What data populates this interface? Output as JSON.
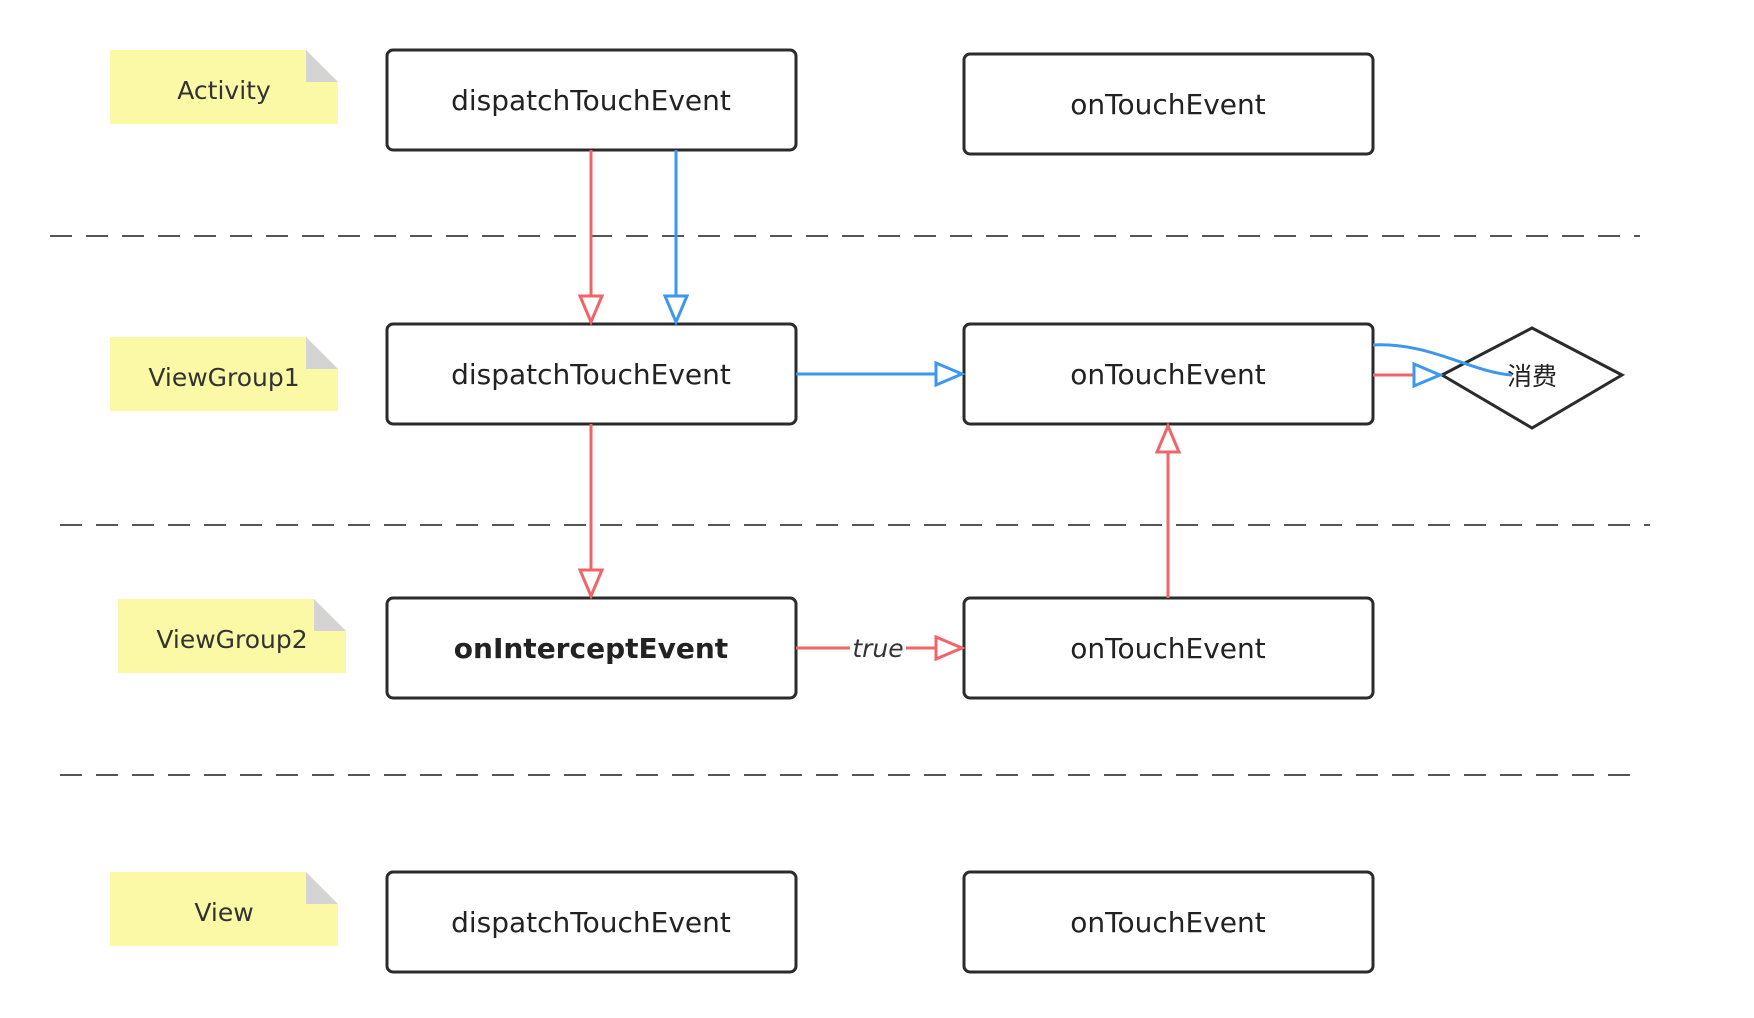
{
  "colors": {
    "red_flow": "#f0646a",
    "blue_flow": "#3b97f0",
    "box_border": "#2b2b2b",
    "note_fill": "#fbf9a6",
    "note_fold": "#d4d4d4",
    "separator": "#555555"
  },
  "lanes": {
    "activity": "Activity",
    "viewgroup1": "ViewGroup1",
    "viewgroup2": "ViewGroup2",
    "view": "View"
  },
  "boxes": {
    "activity_dispatch": "dispatchTouchEvent",
    "activity_ontouch": "onTouchEvent",
    "vg1_dispatch": "dispatchTouchEvent",
    "vg1_ontouch": "onTouchEvent",
    "vg2_intercept": "onInterceptEvent",
    "vg2_ontouch": "onTouchEvent",
    "view_dispatch": "dispatchTouchEvent",
    "view_ontouch": "onTouchEvent"
  },
  "edge_labels": {
    "intercept_true": "true"
  },
  "decision": {
    "consume": "消费"
  }
}
